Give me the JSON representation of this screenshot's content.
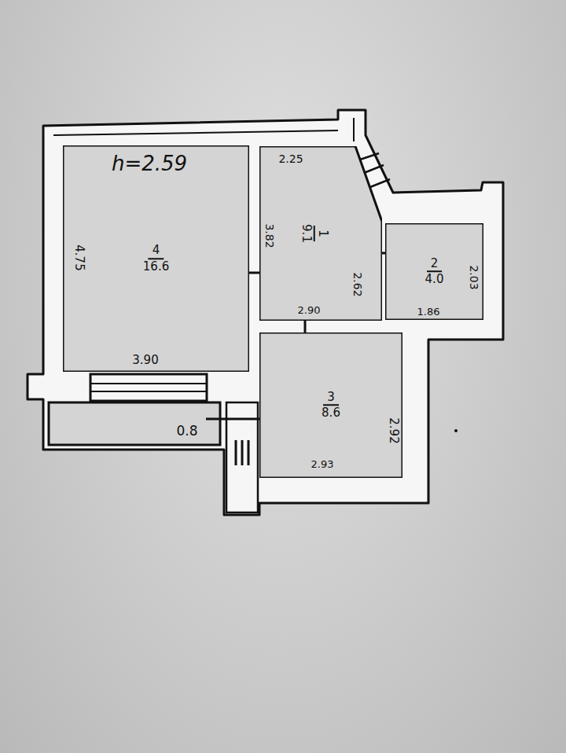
{
  "diagram": {
    "nodes": [
      {
        "text": [
          "4",
          "16.6"
        ]
      },
      {
        "text": [
          "1",
          "9.1"
        ]
      },
      {
        "text": [
          "2",
          "4.0"
        ]
      },
      {
        "text": [
          "3",
          "8.6"
        ]
      }
    ],
    "labels": [
      "h=2.59",
      "2.25",
      "4.75",
      "3.82",
      "2.62",
      "2.03",
      "1.86",
      "2.90",
      "3.90",
      "2.92",
      "0.8",
      "2.93"
    ]
  }
}
